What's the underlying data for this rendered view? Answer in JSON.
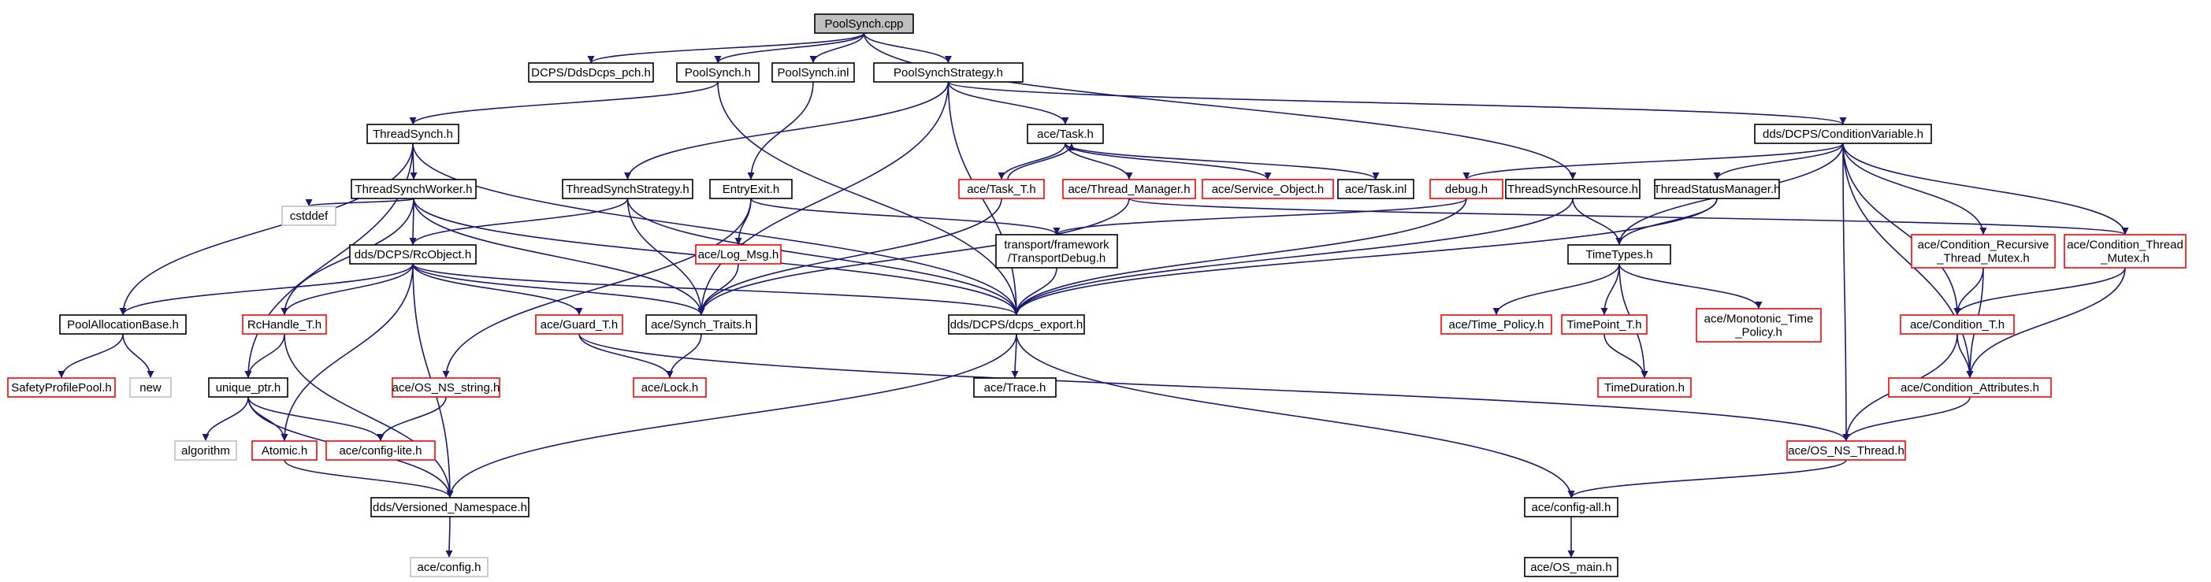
{
  "colors": {
    "edge": "#191970",
    "root_fill": "#bfbfbf",
    "node_fill": "#ffffff",
    "node_border": "#000000",
    "link_border": "#ff0000",
    "system_border": "#bfbfbf",
    "text": "#000000"
  },
  "nodes": [
    {
      "id": "n0",
      "lines": [
        "PoolSynch.cpp"
      ],
      "kind": "root"
    },
    {
      "id": "n1",
      "lines": [
        "DCPS/DdsDcps_pch.h"
      ],
      "kind": "normal"
    },
    {
      "id": "n2",
      "lines": [
        "PoolSynch.h"
      ],
      "kind": "normal"
    },
    {
      "id": "n3",
      "lines": [
        "PoolSynch.inl"
      ],
      "kind": "normal"
    },
    {
      "id": "n4",
      "lines": [
        "PoolSynchStrategy.h"
      ],
      "kind": "normal"
    },
    {
      "id": "n5",
      "lines": [
        "ThreadSynch.h"
      ],
      "kind": "normal"
    },
    {
      "id": "n6",
      "lines": [
        "ace/Task.h"
      ],
      "kind": "normal"
    },
    {
      "id": "n7",
      "lines": [
        "dds/DCPS/ConditionVariable.h"
      ],
      "kind": "normal"
    },
    {
      "id": "n8",
      "lines": [
        "ace/Task_T.h"
      ],
      "kind": "link"
    },
    {
      "id": "n9",
      "lines": [
        "ace/Thread_Manager.h"
      ],
      "kind": "link"
    },
    {
      "id": "n10",
      "lines": [
        "ace/Service_Object.h"
      ],
      "kind": "link"
    },
    {
      "id": "n11",
      "lines": [
        "ace/Task.inl"
      ],
      "kind": "normal"
    },
    {
      "id": "n12",
      "lines": [
        "debug.h"
      ],
      "kind": "link"
    },
    {
      "id": "n13",
      "lines": [
        "ThreadSynchResource.h"
      ],
      "kind": "normal"
    },
    {
      "id": "n14",
      "lines": [
        "ThreadStatusManager.h"
      ],
      "kind": "normal"
    },
    {
      "id": "n15",
      "lines": [
        "ThreadSynchWorker.h"
      ],
      "kind": "normal"
    },
    {
      "id": "n16",
      "lines": [
        "ThreadSynchStrategy.h"
      ],
      "kind": "normal"
    },
    {
      "id": "n17",
      "lines": [
        "EntryExit.h"
      ],
      "kind": "normal"
    },
    {
      "id": "n18",
      "lines": [
        "cstddef"
      ],
      "kind": "system"
    },
    {
      "id": "n19",
      "lines": [
        "dds/DCPS/RcObject.h"
      ],
      "kind": "normal"
    },
    {
      "id": "n20",
      "lines": [
        "ace/Log_Msg.h"
      ],
      "kind": "link"
    },
    {
      "id": "n21",
      "lines": [
        "transport/framework",
        "/TransportDebug.h"
      ],
      "kind": "normal"
    },
    {
      "id": "n22",
      "lines": [
        "TimeTypes.h"
      ],
      "kind": "normal"
    },
    {
      "id": "n23",
      "lines": [
        "ace/Condition_Recursive",
        "_Thread_Mutex.h"
      ],
      "kind": "link"
    },
    {
      "id": "n24",
      "lines": [
        "ace/Condition_Thread",
        "_Mutex.h"
      ],
      "kind": "link"
    },
    {
      "id": "n25",
      "lines": [
        "PoolAllocationBase.h"
      ],
      "kind": "normal"
    },
    {
      "id": "n26",
      "lines": [
        "RcHandle_T.h"
      ],
      "kind": "link"
    },
    {
      "id": "n27",
      "lines": [
        "ace/Guard_T.h"
      ],
      "kind": "link"
    },
    {
      "id": "n28",
      "lines": [
        "ace/Synch_Traits.h"
      ],
      "kind": "normal"
    },
    {
      "id": "n29",
      "lines": [
        "dds/DCPS/dcps_export.h"
      ],
      "kind": "normal"
    },
    {
      "id": "n30",
      "lines": [
        "ace/Time_Policy.h"
      ],
      "kind": "link"
    },
    {
      "id": "n31",
      "lines": [
        "TimePoint_T.h"
      ],
      "kind": "link"
    },
    {
      "id": "n32",
      "lines": [
        "ace/Monotonic_Time",
        "_Policy.h"
      ],
      "kind": "link"
    },
    {
      "id": "n33",
      "lines": [
        "ace/Condition_T.h"
      ],
      "kind": "link"
    },
    {
      "id": "n34",
      "lines": [
        "SafetyProfilePool.h"
      ],
      "kind": "link"
    },
    {
      "id": "n35",
      "lines": [
        "new"
      ],
      "kind": "system"
    },
    {
      "id": "n36",
      "lines": [
        "unique_ptr.h"
      ],
      "kind": "normal"
    },
    {
      "id": "n37",
      "lines": [
        "ace/OS_NS_string.h"
      ],
      "kind": "link"
    },
    {
      "id": "n38",
      "lines": [
        "ace/Lock.h"
      ],
      "kind": "link"
    },
    {
      "id": "n39",
      "lines": [
        "ace/Trace.h"
      ],
      "kind": "normal"
    },
    {
      "id": "n40",
      "lines": [
        "TimeDuration.h"
      ],
      "kind": "link"
    },
    {
      "id": "n41",
      "lines": [
        "ace/Condition_Attributes.h"
      ],
      "kind": "link"
    },
    {
      "id": "n42",
      "lines": [
        "algorithm"
      ],
      "kind": "system"
    },
    {
      "id": "n43",
      "lines": [
        "Atomic.h"
      ],
      "kind": "link"
    },
    {
      "id": "n44",
      "lines": [
        "ace/config-lite.h"
      ],
      "kind": "link"
    },
    {
      "id": "n45",
      "lines": [
        "ace/OS_NS_Thread.h"
      ],
      "kind": "link"
    },
    {
      "id": "n46",
      "lines": [
        "dds/Versioned_Namespace.h"
      ],
      "kind": "normal"
    },
    {
      "id": "n47",
      "lines": [
        "ace/config-all.h"
      ],
      "kind": "normal"
    },
    {
      "id": "n48",
      "lines": [
        "ace/config.h"
      ],
      "kind": "system"
    },
    {
      "id": "n49",
      "lines": [
        "ace/OS_main.h"
      ],
      "kind": "normal"
    }
  ],
  "edges": [
    [
      "n0",
      "n1"
    ],
    [
      "n0",
      "n2"
    ],
    [
      "n0",
      "n3"
    ],
    [
      "n0",
      "n4"
    ],
    [
      "n0",
      "n13"
    ],
    [
      "n2",
      "n5"
    ],
    [
      "n2",
      "n29"
    ],
    [
      "n3",
      "n17"
    ],
    [
      "n4",
      "n6"
    ],
    [
      "n4",
      "n7"
    ],
    [
      "n4",
      "n16"
    ],
    [
      "n4",
      "n28"
    ],
    [
      "n4",
      "n29"
    ],
    [
      "n5",
      "n15"
    ],
    [
      "n5",
      "n25"
    ],
    [
      "n5",
      "n36"
    ],
    [
      "n5",
      "n29"
    ],
    [
      "n6",
      "n8"
    ],
    [
      "n6",
      "n9"
    ],
    [
      "n6",
      "n10"
    ],
    [
      "n6",
      "n11"
    ],
    [
      "n8",
      "n6"
    ],
    [
      "n8",
      "n28"
    ],
    [
      "n9",
      "n28"
    ],
    [
      "n9",
      "n24"
    ],
    [
      "n7",
      "n12"
    ],
    [
      "n7",
      "n14"
    ],
    [
      "n7",
      "n22"
    ],
    [
      "n7",
      "n23"
    ],
    [
      "n7",
      "n24"
    ],
    [
      "n7",
      "n33"
    ],
    [
      "n7",
      "n41"
    ],
    [
      "n7",
      "n45"
    ],
    [
      "n12",
      "n21"
    ],
    [
      "n12",
      "n29"
    ],
    [
      "n13",
      "n22"
    ],
    [
      "n13",
      "n29"
    ],
    [
      "n14",
      "n22"
    ],
    [
      "n14",
      "n29"
    ],
    [
      "n15",
      "n18"
    ],
    [
      "n15",
      "n19"
    ],
    [
      "n15",
      "n26"
    ],
    [
      "n15",
      "n28"
    ],
    [
      "n15",
      "n29"
    ],
    [
      "n16",
      "n19"
    ],
    [
      "n16",
      "n28"
    ],
    [
      "n16",
      "n29"
    ],
    [
      "n17",
      "n20"
    ],
    [
      "n17",
      "n21"
    ],
    [
      "n17",
      "n37"
    ],
    [
      "n19",
      "n25"
    ],
    [
      "n19",
      "n26"
    ],
    [
      "n19",
      "n27"
    ],
    [
      "n19",
      "n28"
    ],
    [
      "n19",
      "n29"
    ],
    [
      "n19",
      "n43"
    ],
    [
      "n19",
      "n46"
    ],
    [
      "n20",
      "n28"
    ],
    [
      "n21",
      "n29"
    ],
    [
      "n22",
      "n30"
    ],
    [
      "n22",
      "n31"
    ],
    [
      "n22",
      "n32"
    ],
    [
      "n22",
      "n40"
    ],
    [
      "n23",
      "n33"
    ],
    [
      "n23",
      "n41"
    ],
    [
      "n24",
      "n33"
    ],
    [
      "n24",
      "n41"
    ],
    [
      "n25",
      "n34"
    ],
    [
      "n25",
      "n35"
    ],
    [
      "n26",
      "n36"
    ],
    [
      "n26",
      "n46"
    ],
    [
      "n27",
      "n38"
    ],
    [
      "n27",
      "n45"
    ],
    [
      "n28",
      "n38"
    ],
    [
      "n29",
      "n39"
    ],
    [
      "n29",
      "n46"
    ],
    [
      "n29",
      "n47"
    ],
    [
      "n31",
      "n40"
    ],
    [
      "n33",
      "n41"
    ],
    [
      "n33",
      "n45"
    ],
    [
      "n41",
      "n45"
    ],
    [
      "n36",
      "n42"
    ],
    [
      "n36",
      "n43"
    ],
    [
      "n36",
      "n44"
    ],
    [
      "n36",
      "n46"
    ],
    [
      "n37",
      "n44"
    ],
    [
      "n43",
      "n46"
    ],
    [
      "n45",
      "n47"
    ],
    [
      "n46",
      "n48"
    ],
    [
      "n47",
      "n49"
    ]
  ]
}
